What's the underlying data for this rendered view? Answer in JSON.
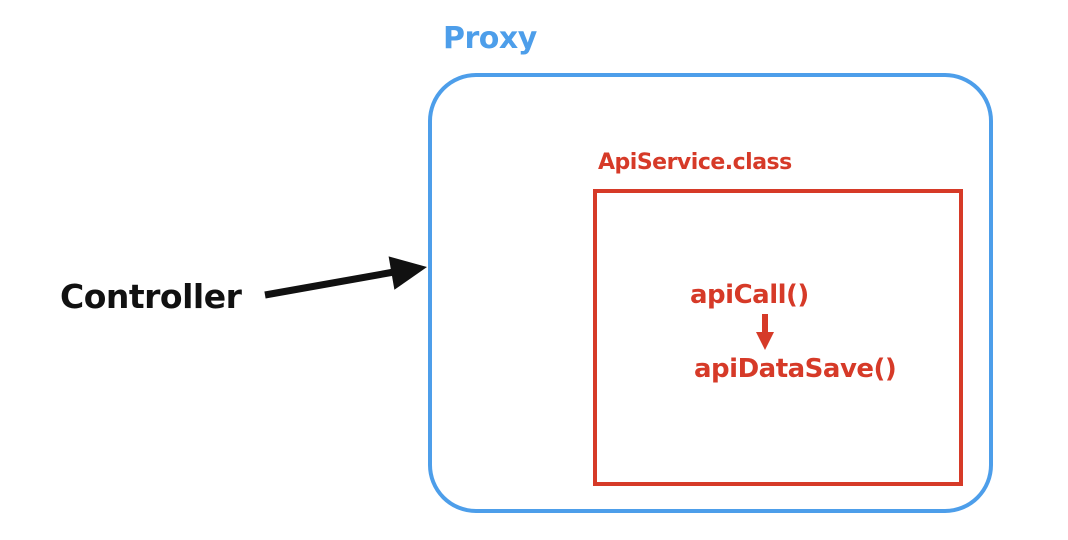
{
  "colors": {
    "proxy_blue": "#4D9EEA",
    "service_red": "#D63A28",
    "arrow_black": "#111111",
    "background": "#FFFFFF"
  },
  "diagram": {
    "controller": {
      "label": "Controller"
    },
    "proxy": {
      "label": "Proxy"
    },
    "api_service": {
      "label": "ApiService.class"
    },
    "methods": {
      "call": "apiCall()",
      "save": "apiDataSave()"
    },
    "icons": {
      "controller_arrow": "right-arrow",
      "method_flow_arrow": "down-arrow"
    }
  }
}
